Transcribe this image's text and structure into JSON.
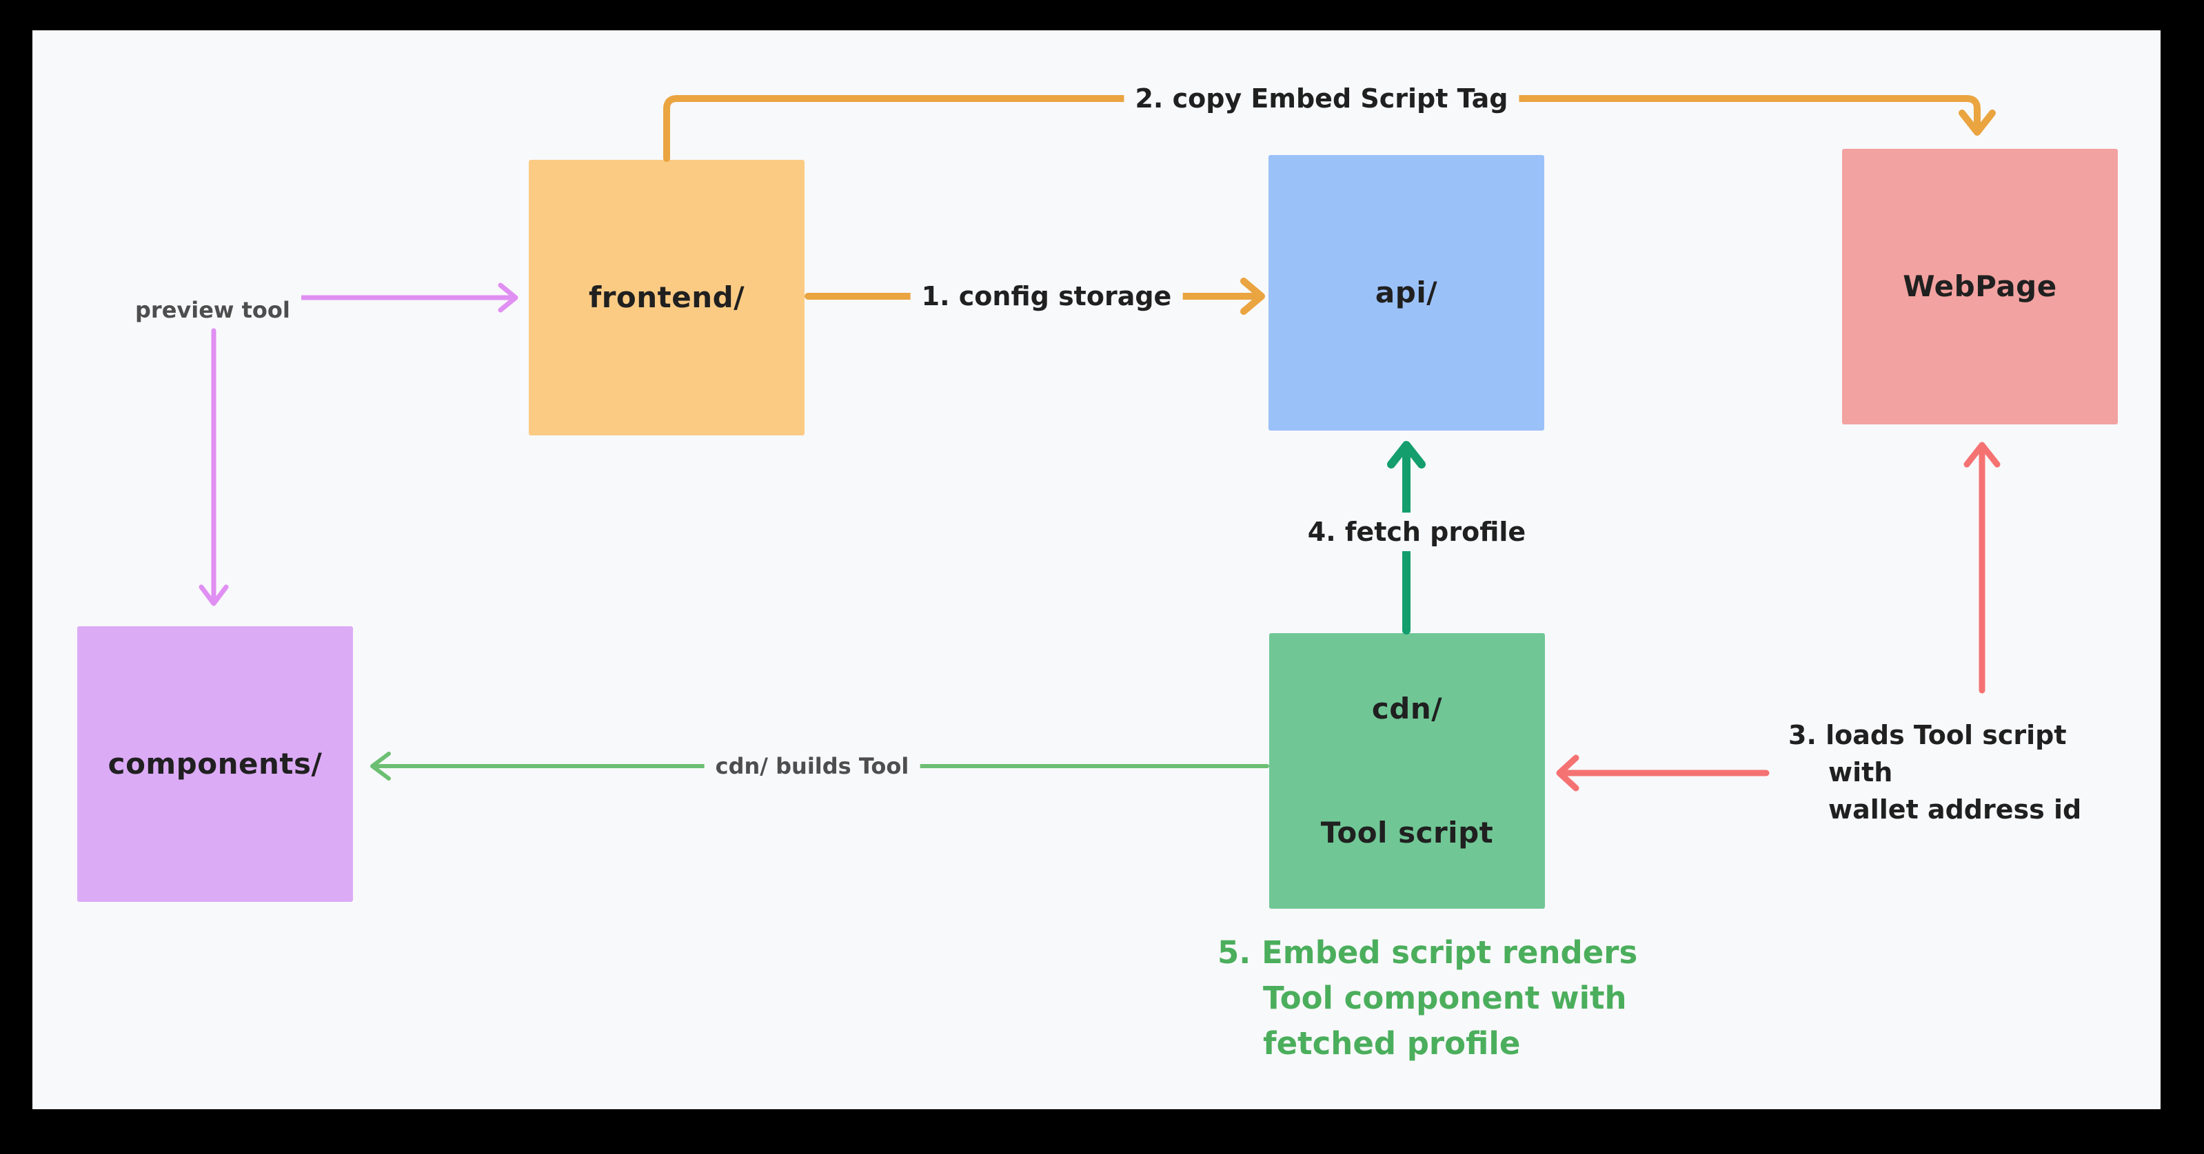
{
  "colors": {
    "canvas_bg": "#f8f9fb",
    "frame": "#000000",
    "ink": "#202020",
    "gray_label": "#4e4e4e",
    "shadow": "#e4e5e9",
    "orange": "#eaa440",
    "orange_fill": "#fbcb84",
    "blue_fill": "#9bc1f9",
    "red": "#f57272",
    "red_fill": "#f2a2a0",
    "purple": "#e08ff2",
    "purple_fill": "#dcabf6",
    "green_dark": "#149e6e",
    "green_soft": "#6cbf73",
    "green_fill": "#70c795",
    "green_text": "#4bae5c"
  },
  "nodes": {
    "frontend": {
      "label": "frontend/"
    },
    "api": {
      "label": "api/"
    },
    "webpage": {
      "label": "WebPage"
    },
    "components": {
      "label": "components/"
    },
    "cdn": {
      "label_line1": "cdn/",
      "label_line2": "Tool script"
    }
  },
  "edges": {
    "step1": {
      "label": "1. config storage"
    },
    "step2": {
      "label": "2. copy Embed Script Tag"
    },
    "step3": {
      "label_line1": "3. loads Tool script",
      "label_line2": "with",
      "label_line3": "wallet address id"
    },
    "step4": {
      "label": "4. fetch profile"
    },
    "step5": {
      "label_line1": "5. Embed script renders",
      "label_line2": "Tool component with",
      "label_line3": "fetched profile"
    },
    "preview_tool": {
      "label": "preview tool"
    },
    "cdn_builds_tool": {
      "label": "cdn/ builds Tool"
    }
  }
}
